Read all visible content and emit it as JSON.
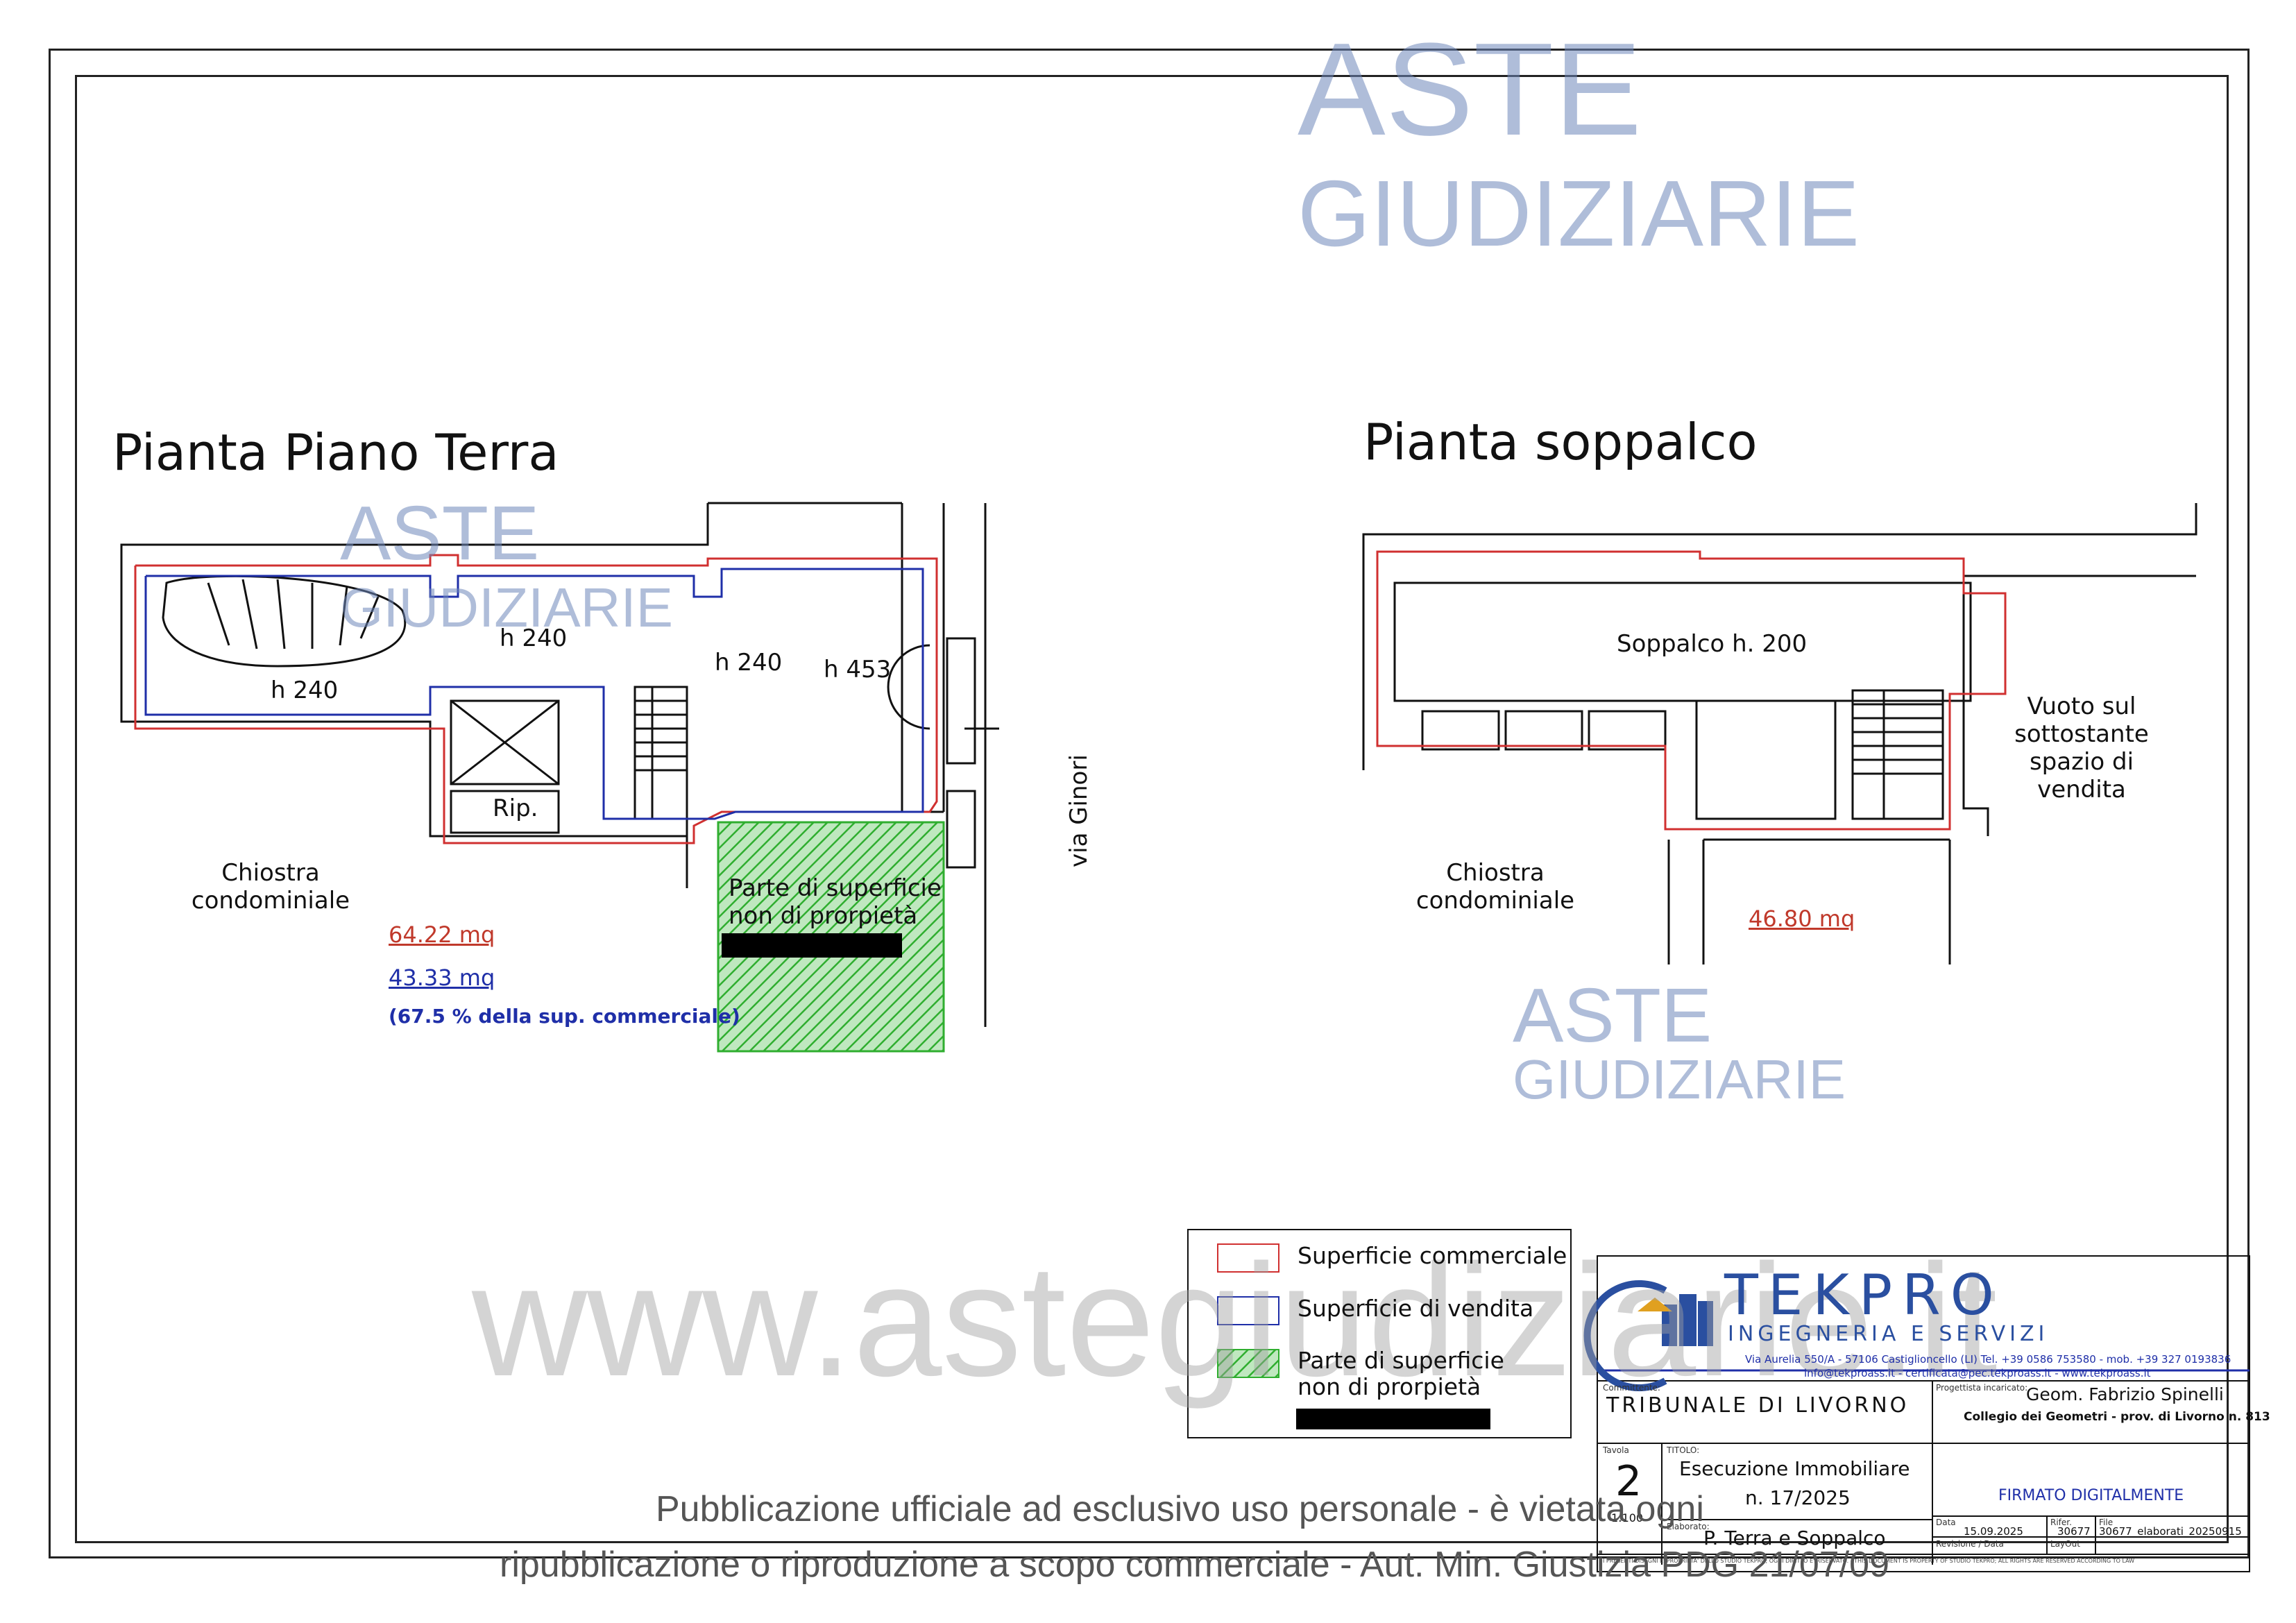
{
  "watermark": {
    "aste": "ASTE",
    "giudiziarie": "GIUDIZIARIE",
    "site": "www.astegiudiziarie.it",
    "publication_line1": "Pubblicazione ufficiale ad esclusivo uso personale - è vietata ogni",
    "publication_line2": "ripubblicazione o riproduzione a scopo commerciale - Aut. Min. Giustizia PDG 21/07/09"
  },
  "ground_floor": {
    "title": "Pianta Piano Terra",
    "room_labels": [
      "h 240",
      "h 240",
      "h 240",
      "h 453"
    ],
    "rip": "Rip.",
    "courtyard_line1": "Chiostra",
    "courtyard_line2": "condominiale",
    "non_property_line1": "Parte di superficie",
    "non_property_line2": "non di prorpietà",
    "area_commercial": "64.22 mq",
    "area_sales": "43.33 mq",
    "area_percent": "(67.5 % della sup. commerciale)",
    "street": "via Ginori"
  },
  "mezzanine": {
    "title": "Pianta soppalco",
    "soppalco_label": "Soppalco h. 200",
    "void_lines": [
      "Vuoto sul",
      "sottostante",
      "spazio di",
      "vendita"
    ],
    "courtyard_line1": "Chiostra",
    "courtyard_line2": "condominiale",
    "area_commercial": "46.80 mq"
  },
  "legend": {
    "items": [
      {
        "label": "Superficie commerciale",
        "color": "#d03030"
      },
      {
        "label": "Superficie di vendita",
        "color": "#1f2fa8"
      }
    ],
    "hatched_line1": "Parte di superficie",
    "hatched_line2": "non di prorpietà",
    "hatch_color": "#2fae2f"
  },
  "title_block": {
    "company": "TEKPRO",
    "company_sub": "INGEGNERIA E SERVIZI",
    "address": "Via Aurelia 550/A - 57106 Castiglioncello (LI) Tel. +39 0586 753580 - mob. +39 327 0193836",
    "emails": "info@tekproass.it - certificata@pec.tekproass.it - www.tekproass.it",
    "committente_label": "Committente:",
    "committente": "TRIBUNALE DI LIVORNO",
    "progettista_label": "Progettista incaricato:",
    "progettista": "Geom. Fabrizio Spinelli",
    "collegio": "Collegio dei Geometri - prov. di Livorno n. 813",
    "tavola_label": "Tavola",
    "tavola": "2",
    "scala": "1:100",
    "titolo_label": "TITOLO:",
    "titolo_line1": "Esecuzione Immobiliare",
    "titolo_line2": "n. 17/2025",
    "elaborato_label": "Elaborato:",
    "elaborato": "P. Terra e Soppalco",
    "firmato": "FIRMATO DIGITALMENTE",
    "data_label": "Data",
    "data": "15.09.2025",
    "rifer_label": "Rifer.",
    "rifer": "30677",
    "file_label": "File",
    "file": "30677_elaborati_20250915",
    "revisione_label": "Revisione / Data",
    "layout_label": "LayOut",
    "footer_note": "I PRESENTI DISEGNI E' PROPRIETA' DELLO STUDIO TEKPRO; OGNI DIRITTO E' RISERVATO. - THIS DOCUMENT IS PROPERTY OF STUDIO TEKPRO; ALL RIGHTS ARE RESERVED ACCORDING TO LAW"
  }
}
